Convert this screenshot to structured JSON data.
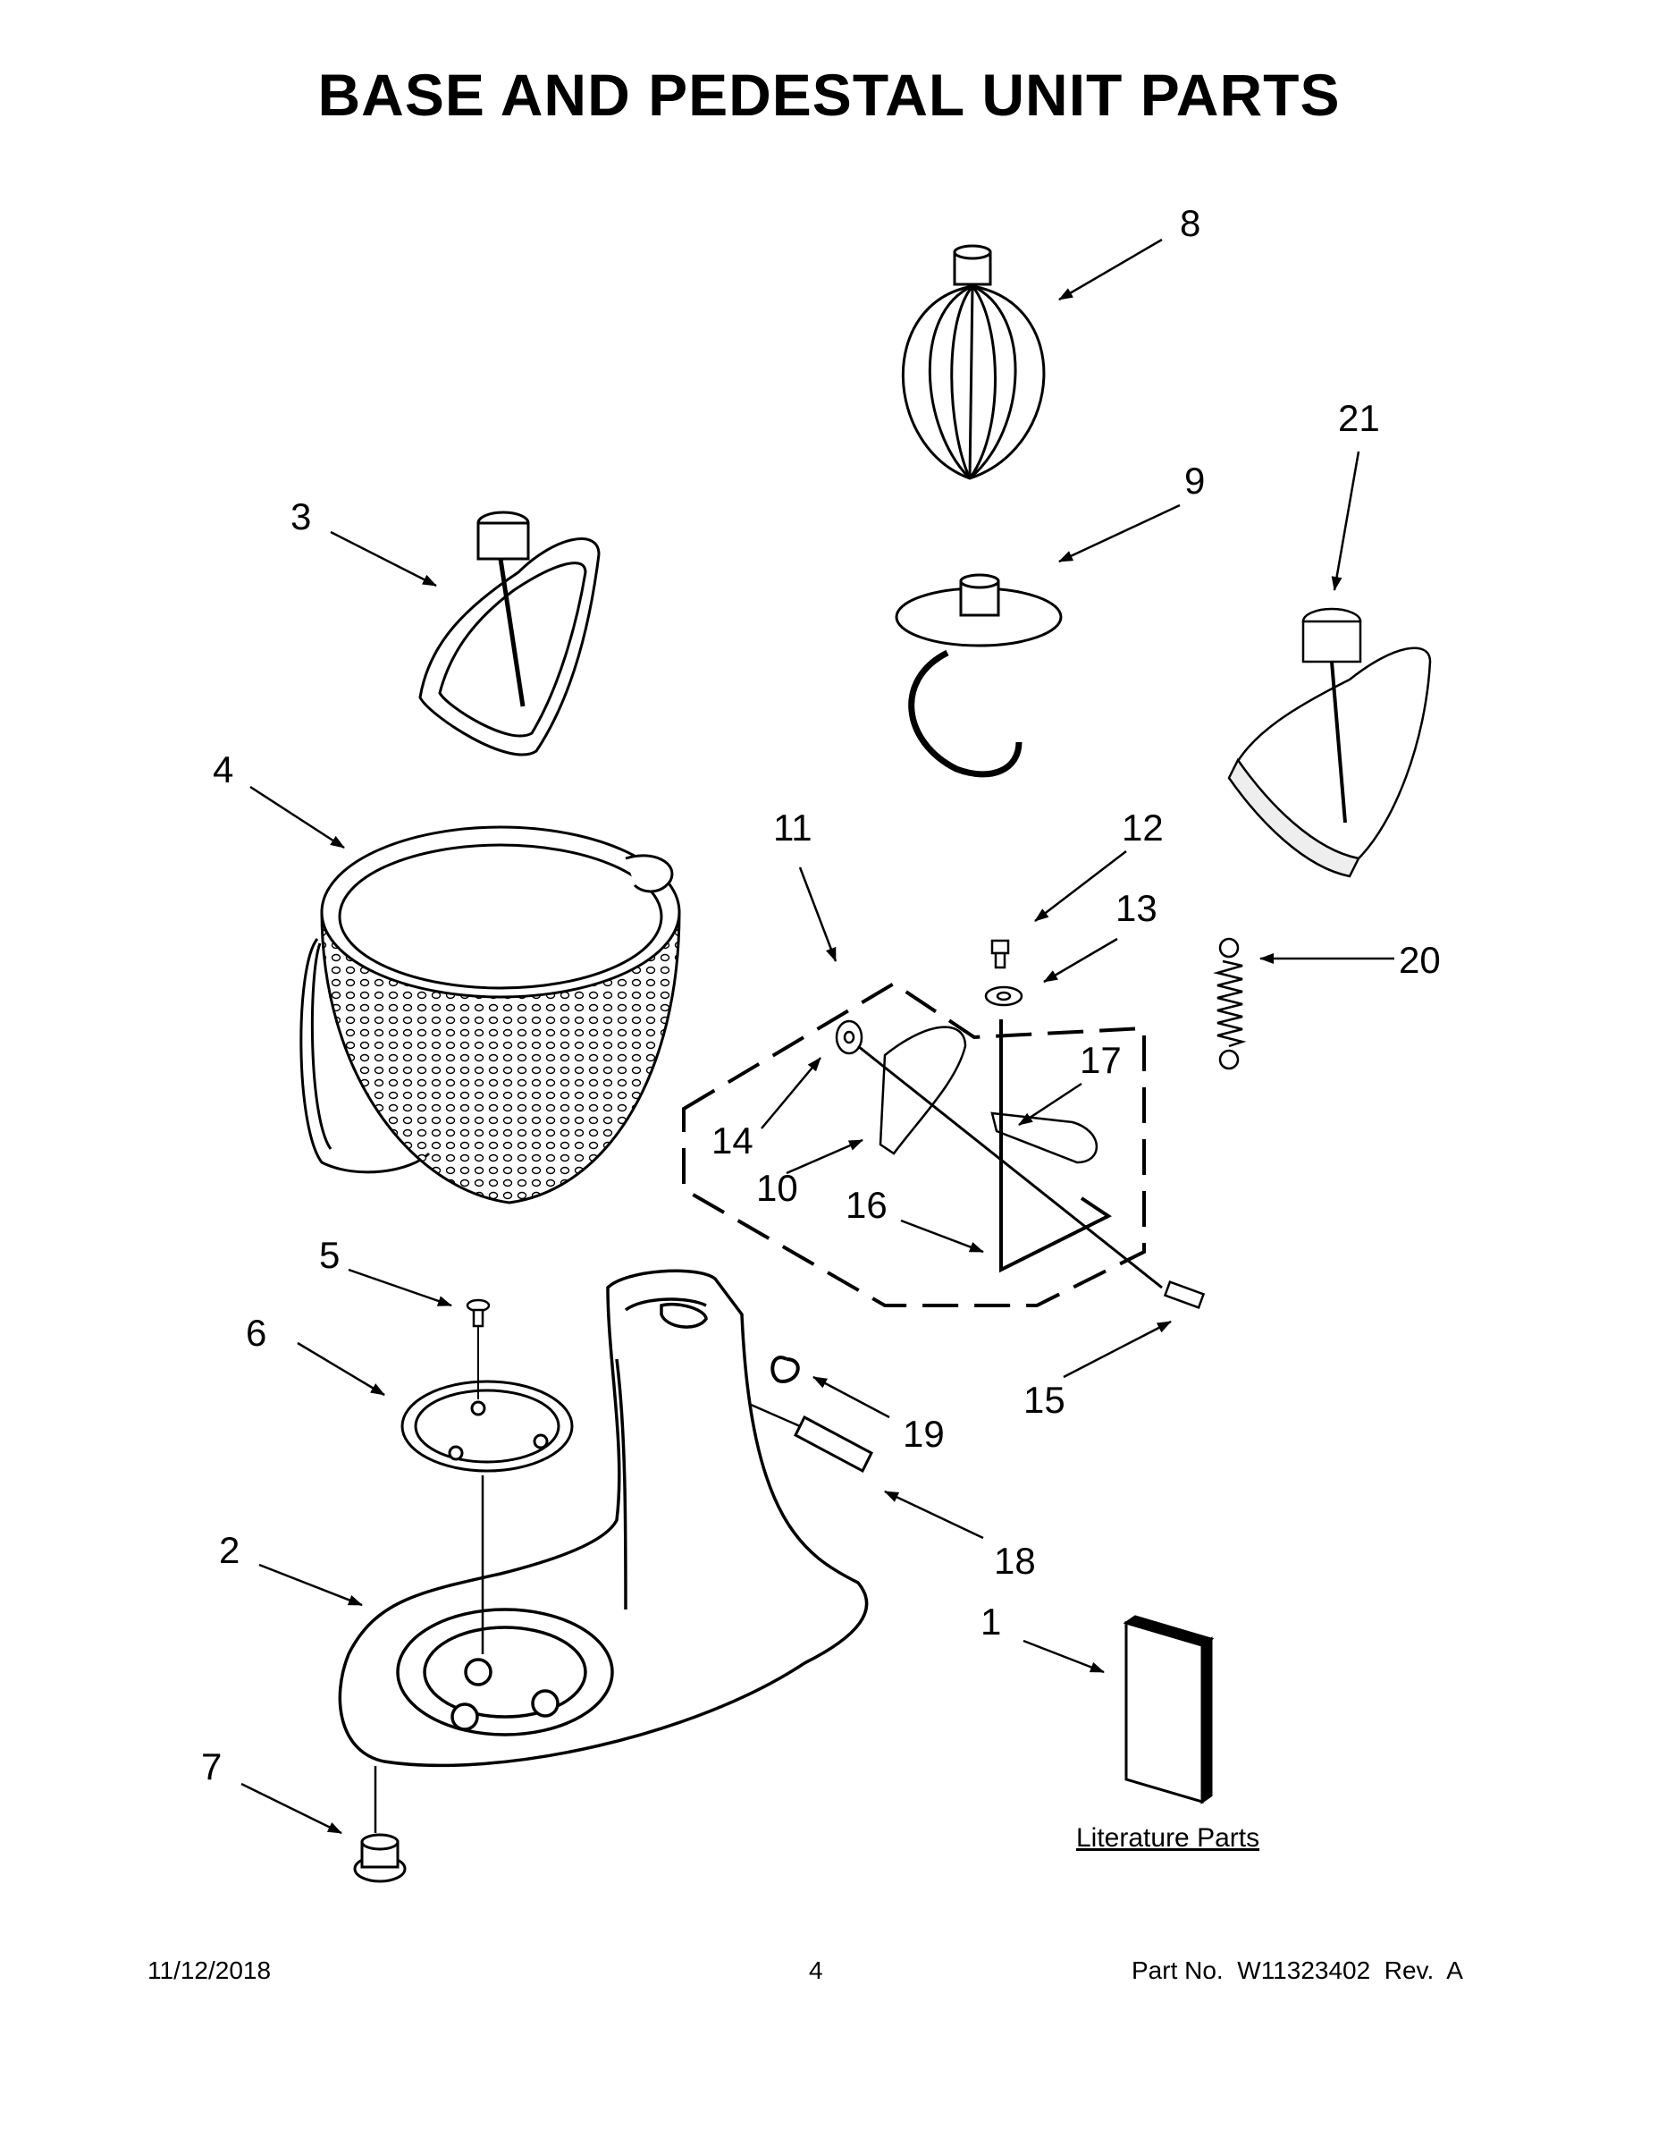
{
  "title": "BASE AND PEDESTAL UNIT PARTS",
  "labels": [
    "1",
    "2",
    "3",
    "4",
    "5",
    "6",
    "7",
    "8",
    "9",
    "10",
    "11",
    "12",
    "13",
    "14",
    "15",
    "16",
    "17",
    "18",
    "19",
    "20",
    "21"
  ],
  "literature_label": "Literature Parts",
  "footer": {
    "date": "11/12/2018",
    "page": "4",
    "part_no": "Part No.  W11323402  Rev.  A"
  }
}
